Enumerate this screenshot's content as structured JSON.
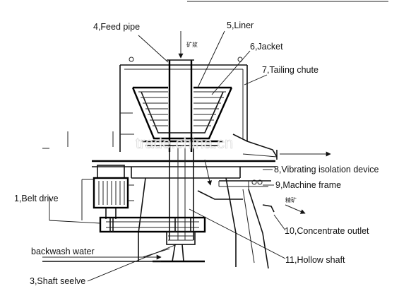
{
  "labels": {
    "feed_pipe": "4,Feed pipe",
    "liner": "5,Liner",
    "jacket": "6,Jacket",
    "tailing_chute": "7,Tailing chute",
    "vibrating_isolation": "8,Vibrating isolation device",
    "machine_frame": "9,Machine frame",
    "belt_drive": "1,Belt drive",
    "concentrate_outlet": "10,Concentrate outlet",
    "backwash_water": "backwash water",
    "hollow_shaft": "11,Hollow shaft",
    "shaft_seelve": "3,Shaft seelve"
  },
  "annotations": {
    "feed_mark": "矿浆",
    "concentrate_mark": "精矿"
  },
  "watermark": "trade.china.cn"
}
